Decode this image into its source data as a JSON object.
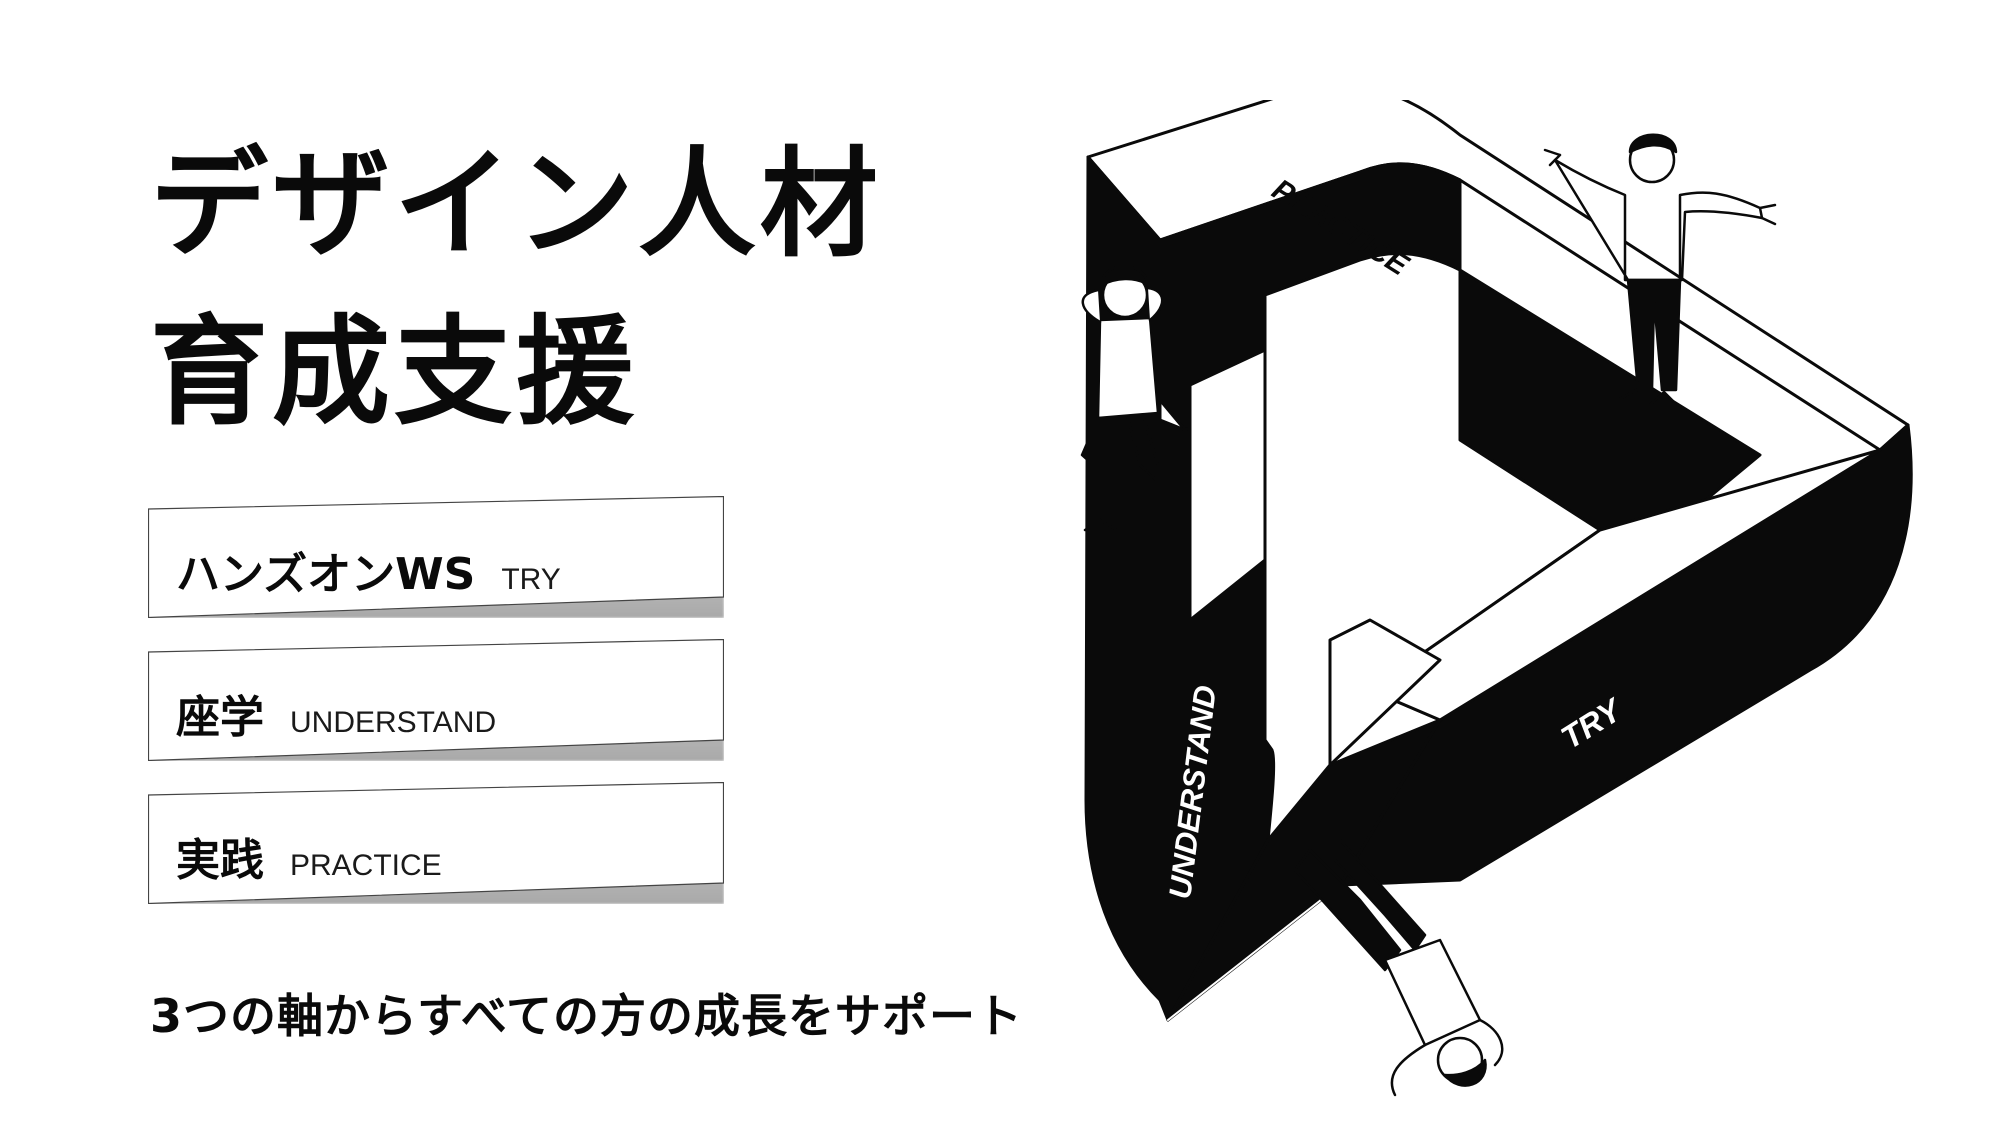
{
  "title": {
    "line1": "デザイン人材",
    "line2": "育成支援"
  },
  "cards": [
    {
      "jp": "ハンズオンWS",
      "en": "TRY"
    },
    {
      "jp": "座学",
      "en": "UNDERSTAND"
    },
    {
      "jp": "実践",
      "en": "PRACTICE"
    }
  ],
  "tagline": "3つの軸からすべての方の成長をサポート",
  "illustration": {
    "labels": {
      "practice": "PRACTICE",
      "understand": "UNDERSTAND",
      "try": "TRY"
    }
  },
  "colors": {
    "ink": "#0a0a0a",
    "background": "#ffffff"
  }
}
